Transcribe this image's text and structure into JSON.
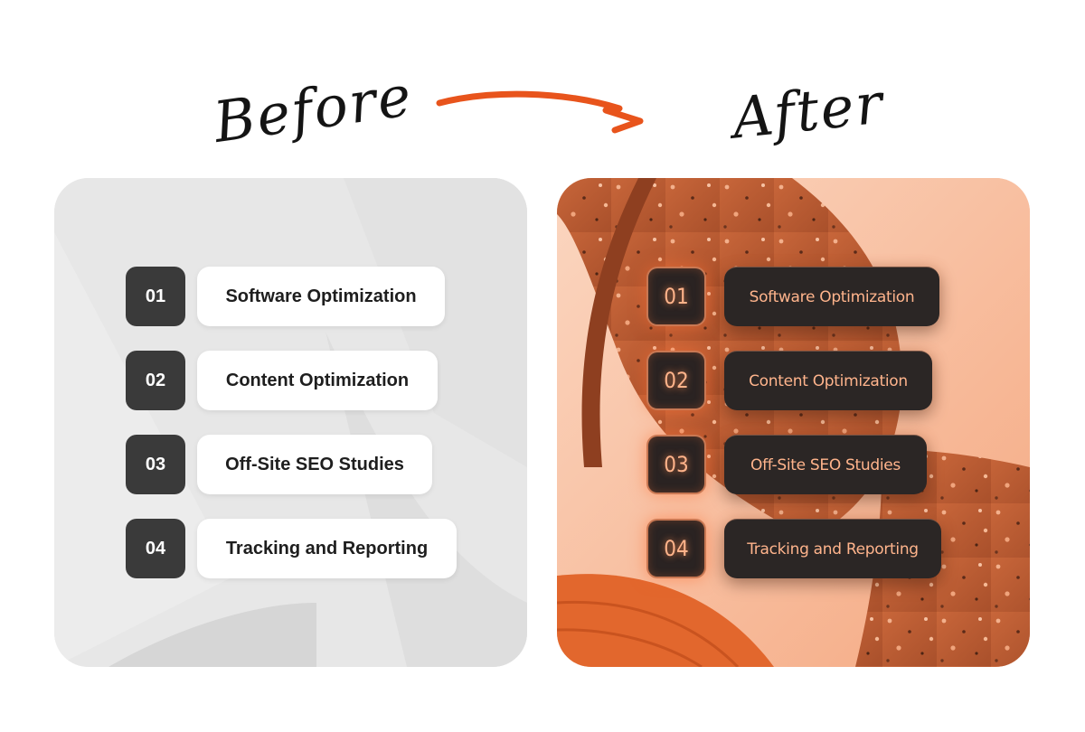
{
  "headings": {
    "before": "Before",
    "after": "After"
  },
  "colors": {
    "accent": "#e8541c",
    "before_panel": "#e7e7e7",
    "after_panel": "#f7c1a3",
    "dark_box": "#3a3a3a"
  },
  "before_panel": {
    "items": [
      {
        "number": "01",
        "label": "Software Optimization"
      },
      {
        "number": "02",
        "label": "Content Optimization"
      },
      {
        "number": "03",
        "label": "Off-Site SEO Studies"
      },
      {
        "number": "04",
        "label": "Tracking and Reporting"
      }
    ]
  },
  "after_panel": {
    "items": [
      {
        "number": "01",
        "label": "Software Optimization"
      },
      {
        "number": "02",
        "label": "Content Optimization"
      },
      {
        "number": "03",
        "label": "Off-Site SEO Studies"
      },
      {
        "number": "04",
        "label": "Tracking and Reporting"
      }
    ]
  }
}
